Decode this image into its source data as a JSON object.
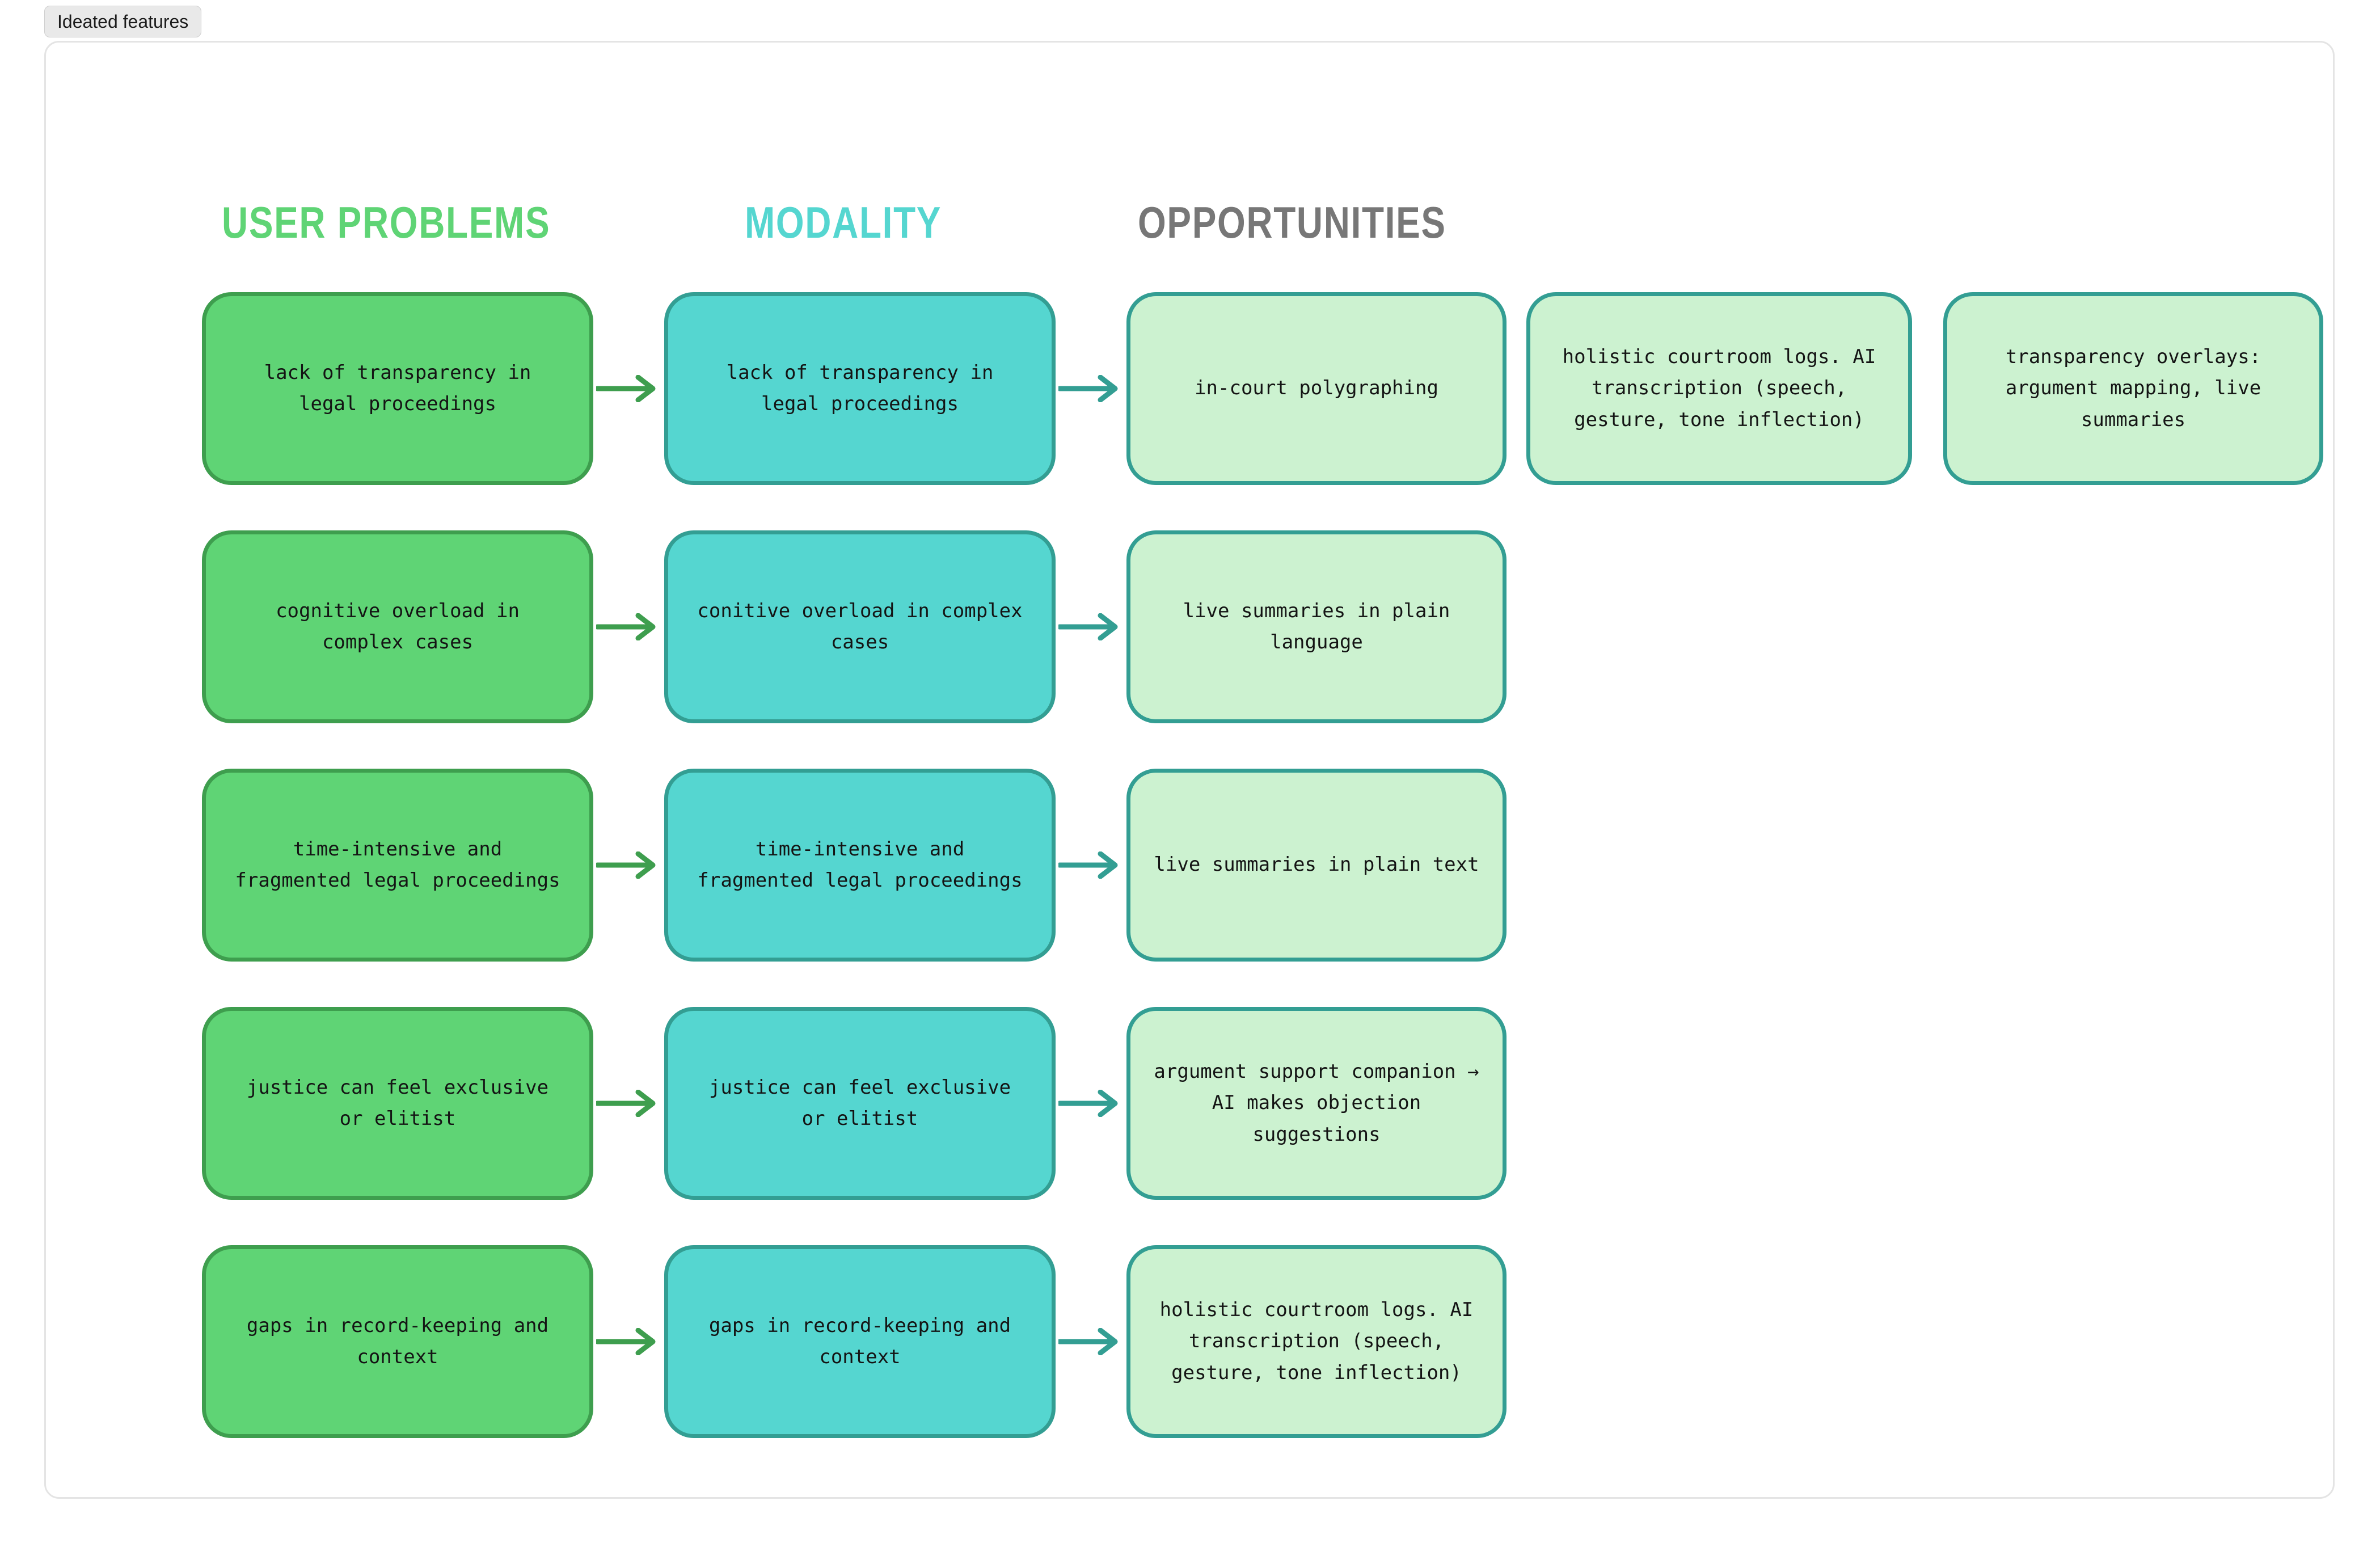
{
  "tab": {
    "label": "Ideated features"
  },
  "headers": {
    "problems": "USER PROBLEMS",
    "modality": "MODALITY",
    "opportunities": "OPPORTUNITIES"
  },
  "colors": {
    "problem_fill": "#5FD475",
    "problem_border": "#3E9E4E",
    "modality_fill": "#55D6D0",
    "modality_border": "#339E93",
    "opportunity_fill": "#CCF2D0",
    "opportunity_border": "#339E93",
    "header_problems": "#5FD475",
    "header_modality": "#55D6D0",
    "header_opportunities": "#777777",
    "arrow_green": "#3E9E4E",
    "arrow_teal": "#339E93",
    "panel_border": "#E4E4E4",
    "tab_background": "#E9E9E9"
  },
  "icons": {
    "arrow_problem_to_modality": "arrow-right-icon",
    "arrow_modality_to_opportunity": "arrow-right-icon"
  },
  "rows": [
    {
      "problem": "lack of transparency in\nlegal proceedings",
      "modality": "lack of transparency in\nlegal proceedings",
      "opportunities": [
        "in-court polygraphing",
        "holistic courtroom logs. AI\ntranscription (speech,\ngesture, tone inflection)",
        "transparency overlays:\nargument mapping, live\nsummaries"
      ]
    },
    {
      "problem": "cognitive overload in\ncomplex cases",
      "modality": "conitive overload in complex\ncases",
      "opportunities": [
        "live summaries in plain\nlanguage"
      ]
    },
    {
      "problem": "time-intensive and\nfragmented legal proceedings",
      "modality": "time-intensive and\nfragmented legal proceedings",
      "opportunities": [
        "live summaries in plain text"
      ]
    },
    {
      "problem": "justice can feel exclusive\nor elitist",
      "modality": "justice can feel exclusive\nor elitist",
      "opportunities": [
        "argument support companion →\nAI makes objection\nsuggestions"
      ]
    },
    {
      "problem": "gaps in record-keeping and\ncontext",
      "modality": "gaps in record-keeping and\ncontext",
      "opportunities": [
        "holistic courtroom logs. AI\ntranscription (speech,\ngesture, tone inflection)"
      ]
    }
  ]
}
